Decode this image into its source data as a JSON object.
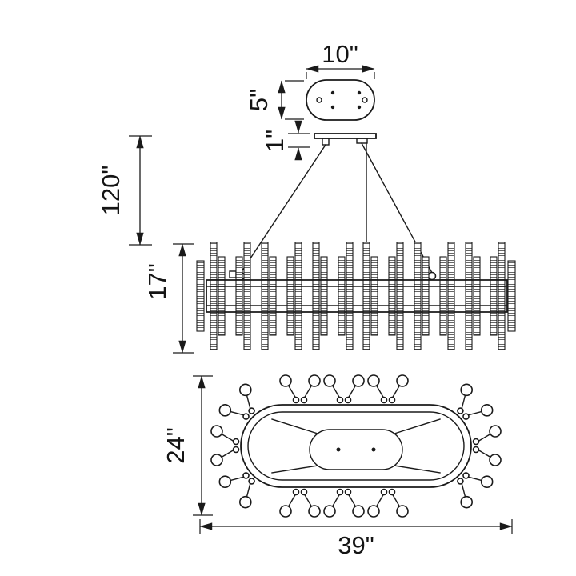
{
  "dimensions": {
    "canopy_width": "10\"",
    "canopy_depth": "5\"",
    "canopy_height": "1\"",
    "suspension_length": "120\"",
    "fixture_height": "17\"",
    "fixture_depth": "24\"",
    "fixture_width": "39\""
  }
}
